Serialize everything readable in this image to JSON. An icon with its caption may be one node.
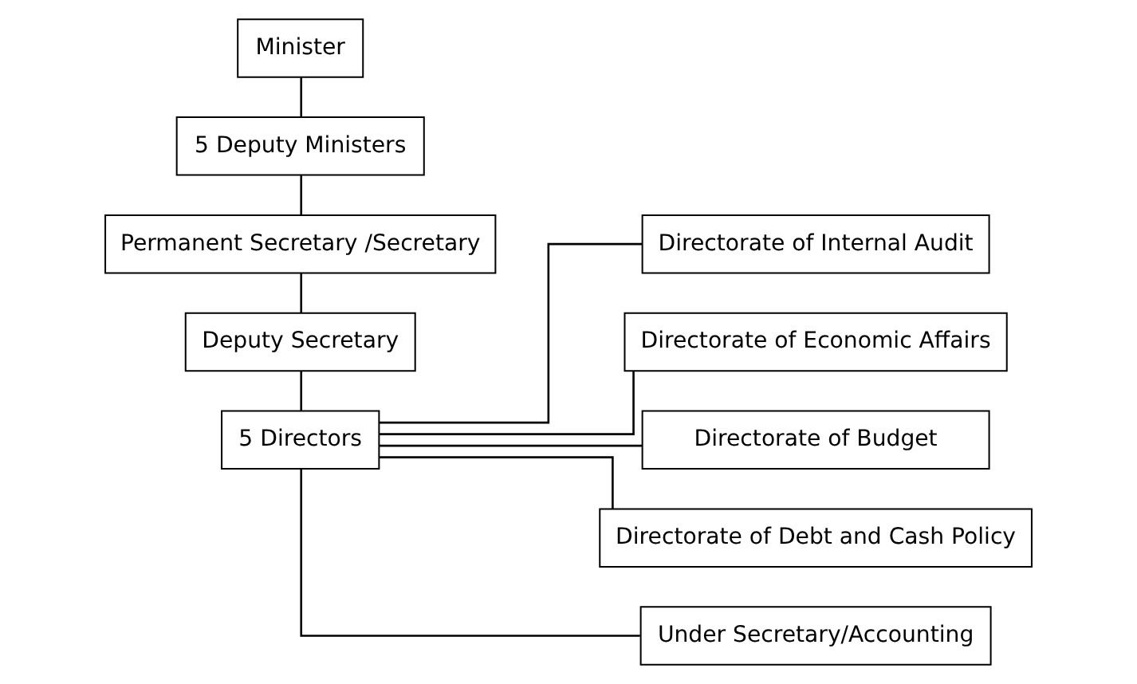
{
  "diagram": {
    "nodes": [
      {
        "text": [
          "Minister"
        ]
      },
      {
        "text": [
          "5 Deputy Ministers"
        ]
      },
      {
        "text": [
          "Permanent Secretary /Secretary"
        ]
      },
      {
        "text": [
          "Deputy Secretary"
        ]
      },
      {
        "text": [
          "5 Directors"
        ]
      },
      {
        "text": [
          "Directorate of Internal Audit"
        ]
      },
      {
        "text": [
          "Directorate of Economic Affairs"
        ]
      },
      {
        "text": [
          "Directorate of Budget"
        ]
      },
      {
        "text": [
          "Directorate of Debt and Cash Policy"
        ]
      },
      {
        "text": [
          "Under Secretary/Accounting"
        ]
      }
    ],
    "edges": [
      {
        "from": 0,
        "to": 1,
        "arrow": "none"
      },
      {
        "from": 1,
        "to": 2,
        "arrow": "none"
      },
      {
        "from": 2,
        "to": 3,
        "arrow": "none"
      },
      {
        "from": 3,
        "to": 4,
        "arrow": "none"
      },
      {
        "from": 4,
        "to": 5,
        "arrow": "none"
      },
      {
        "from": 4,
        "to": 6,
        "arrow": "none"
      },
      {
        "from": 4,
        "to": 7,
        "arrow": "none"
      },
      {
        "from": 4,
        "to": 8,
        "arrow": "none"
      },
      {
        "from": 4,
        "to": 9,
        "arrow": "none"
      }
    ]
  }
}
